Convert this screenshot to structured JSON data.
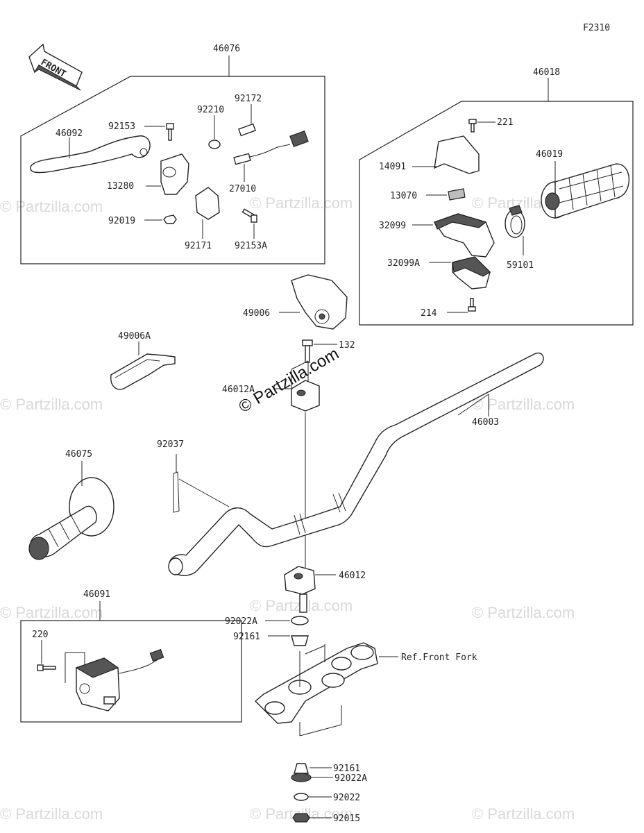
{
  "figure_code": "F2310",
  "front_arrow_label": "FRONT",
  "watermark_text": "© Partzilla.com",
  "callouts": {
    "p46076": "46076",
    "p46092": "46092",
    "p92153": "92153",
    "p92210": "92210",
    "p92172": "92172",
    "p13280": "13280",
    "p27010": "27010",
    "p92019": "92019",
    "p92171": "92171",
    "p92153A": "92153A",
    "p46018": "46018",
    "p221": "221",
    "p14091": "14091",
    "p46019": "46019",
    "p13070": "13070",
    "p32099": "32099",
    "p59101": "59101",
    "p32099A": "32099A",
    "p214": "214",
    "p49006": "49006",
    "p132": "132",
    "p49006A": "49006A",
    "p46012A": "46012A",
    "p46003": "46003",
    "p92037": "92037",
    "p46075": "46075",
    "p46012": "46012",
    "p46091": "46091",
    "p92022A_top": "92022A",
    "p92161_top": "92161",
    "p220": "220",
    "ref_front_fork": "Ref.Front Fork",
    "p92161_bottom": "92161",
    "p92022A_bottom": "92022A",
    "p92022": "92022",
    "p92015": "92015"
  }
}
